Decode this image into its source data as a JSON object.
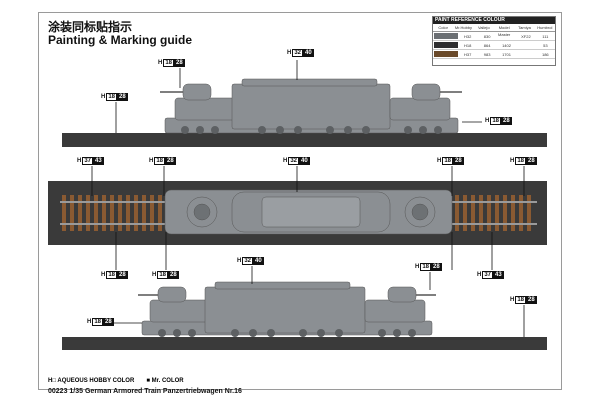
{
  "header": {
    "title_cn": "涂装同标贴指示",
    "title_en": "Painting & Marking guide"
  },
  "reference": {
    "title": "PAINT REFERENCE COLOUR",
    "columns": [
      "Color",
      "Mr.Hobby",
      "Vallejo",
      "Model Master",
      "Tamiya",
      "Humbrol"
    ],
    "rows": [
      {
        "code": "H32",
        "values": [
          "",
          "830",
          "",
          "XF22",
          "111"
        ],
        "color": "#6b6f73"
      },
      {
        "code": "H18",
        "values": [
          "",
          "864",
          "1402",
          "",
          "53"
        ],
        "color": "#2e2e30"
      },
      {
        "code": "H37",
        "values": [
          "",
          "983",
          "1701",
          "",
          "186"
        ],
        "color": "#6a4a2a"
      }
    ]
  },
  "callouts": [
    {
      "h": "H",
      "a": "32",
      "b": "40"
    },
    {
      "h": "H",
      "a": "18",
      "b": "28"
    },
    {
      "h": "H",
      "a": "18",
      "b": "28"
    },
    {
      "h": "H",
      "a": "18",
      "b": "28"
    },
    {
      "h": "H",
      "a": "37",
      "b": "43"
    },
    {
      "h": "H",
      "a": "18",
      "b": "28"
    },
    {
      "h": "H",
      "a": "32",
      "b": "40"
    },
    {
      "h": "H",
      "a": "18",
      "b": "28"
    },
    {
      "h": "H",
      "a": "18",
      "b": "28"
    },
    {
      "h": "H",
      "a": "18",
      "b": "28"
    },
    {
      "h": "H",
      "a": "18",
      "b": "28"
    },
    {
      "h": "H",
      "a": "37",
      "b": "43"
    },
    {
      "h": "H",
      "a": "32",
      "b": "40"
    },
    {
      "h": "H",
      "a": "18",
      "b": "28"
    },
    {
      "h": "H",
      "a": "18",
      "b": "28"
    },
    {
      "h": "H",
      "a": "18",
      "b": "28"
    }
  ],
  "legend": {
    "aqueous_label": "AQUEOUS HOBBY COLOR",
    "mr_label": "Mr. COLOR"
  },
  "footer": "00223 1/35 German Armored Train Panzertriebwagen Nr.16",
  "colors": {
    "body": "#8b8f93",
    "rail": "#3a3a3a",
    "ties": "#8a5a32"
  }
}
